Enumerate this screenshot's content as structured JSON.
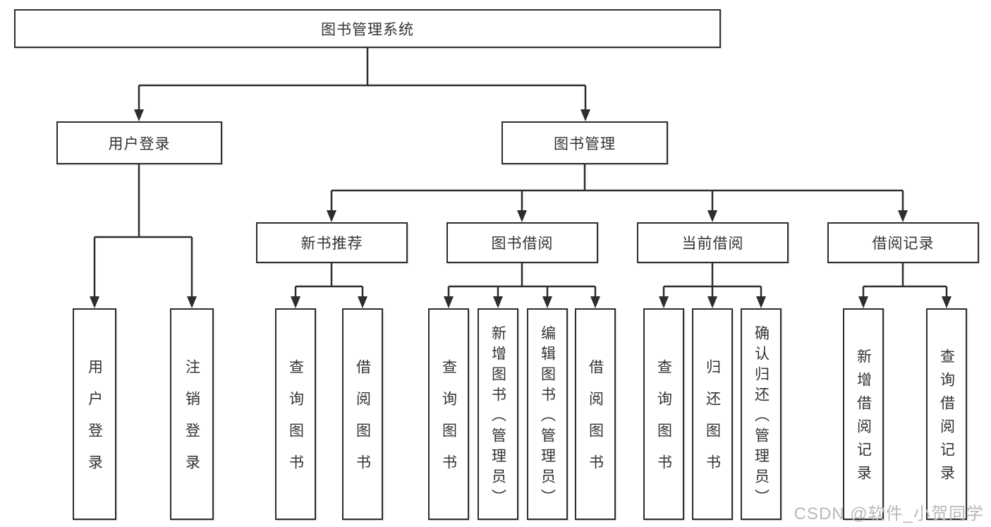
{
  "diagram": {
    "root": {
      "label": "图书管理系统"
    },
    "level2": [
      {
        "id": "user-login",
        "label": "用户登录"
      },
      {
        "id": "book-management",
        "label": "图书管理"
      }
    ],
    "level3": [
      {
        "id": "new-book-recommend",
        "label": "新书推荐",
        "parent": "图书管理"
      },
      {
        "id": "book-borrowing",
        "label": "图书借阅",
        "parent": "图书管理"
      },
      {
        "id": "current-borrowing",
        "label": "当前借阅",
        "parent": "图书管理"
      },
      {
        "id": "borrow-records",
        "label": "借阅记录",
        "parent": "图书管理"
      }
    ],
    "leaves": [
      {
        "parent": "用户登录",
        "label": "用户登录"
      },
      {
        "parent": "用户登录",
        "label": "注销登录"
      },
      {
        "parent": "新书推荐",
        "label": "查询图书"
      },
      {
        "parent": "新书推荐",
        "label": "借阅图书"
      },
      {
        "parent": "图书借阅",
        "label": "查询图书"
      },
      {
        "parent": "图书借阅",
        "label": "新增图书（管理员）"
      },
      {
        "parent": "图书借阅",
        "label": "编辑图书（管理员）"
      },
      {
        "parent": "图书借阅",
        "label": "借阅图书"
      },
      {
        "parent": "当前借阅",
        "label": "查询图书"
      },
      {
        "parent": "当前借阅",
        "label": "归还图书"
      },
      {
        "parent": "当前借阅",
        "label": "确认归还（管理员）"
      },
      {
        "parent": "借阅记录",
        "label": "新增借阅记录"
      },
      {
        "parent": "借阅记录",
        "label": "查询借阅记录"
      }
    ],
    "colors": {
      "box_border": "#2d2d2d",
      "text": "#333333",
      "background": "#ffffff",
      "watermark": "#b9b9b9"
    }
  },
  "watermark": {
    "text": "CSDN @软件_小贺同学"
  }
}
